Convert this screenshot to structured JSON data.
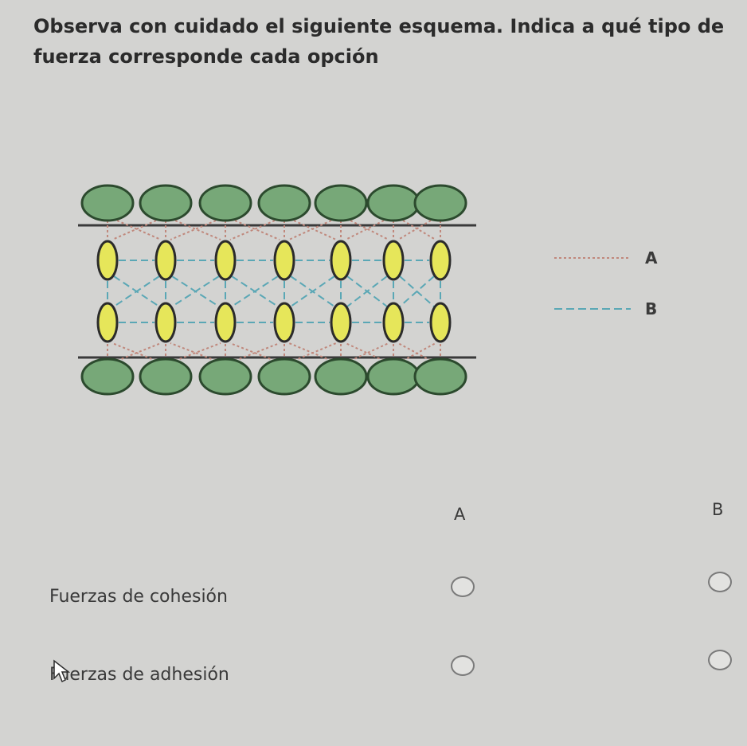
{
  "question": {
    "text": "Observa con cuidado el siguiente esquema. Indica a qué tipo de fuerza corresponde cada opción"
  },
  "diagram": {
    "legend": [
      {
        "label": "A",
        "line_style": "dotted",
        "color": "#c0887c"
      },
      {
        "label": "B",
        "line_style": "dashed",
        "color": "#5aa7b5"
      }
    ],
    "colors": {
      "outer_circle_fill": "#77a878",
      "outer_circle_stroke": "#2c4a2e",
      "inner_ellipse_fill": "#e6e65a",
      "inner_ellipse_stroke": "#2b2b2b"
    }
  },
  "matrix": {
    "columns": [
      "A",
      "B"
    ],
    "rows": [
      {
        "label": "Fuerzas de cohesión",
        "selected": null
      },
      {
        "label": "Fuerzas de adhesión",
        "selected": null
      }
    ]
  }
}
